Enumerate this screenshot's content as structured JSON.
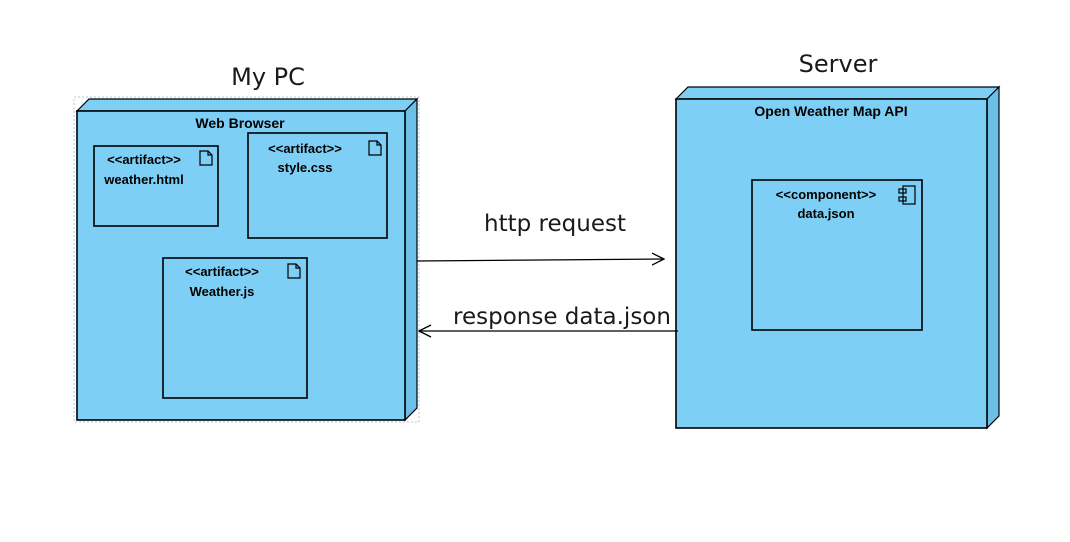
{
  "colors": {
    "node_fill": "#7ecff5",
    "node_dark": "#6cc0e8",
    "stroke": "#000000",
    "selection": "#b8c4d0"
  },
  "nodes": {
    "my_pc": {
      "title": "My PC",
      "container_label": "Web Browser",
      "artifacts": [
        {
          "stereotype": "<<artifact>>",
          "name": "weather.html",
          "icon": "document-icon"
        },
        {
          "stereotype": "<<artifact>>",
          "name": "style.css",
          "icon": "document-icon"
        },
        {
          "stereotype": "<<artifact>>",
          "name": "Weather.js",
          "icon": "document-icon"
        }
      ]
    },
    "server": {
      "title": "Server",
      "container_label": "Open Weather Map API",
      "component": {
        "stereotype": "<<component>>",
        "name": "data.json",
        "icon": "component-icon"
      }
    }
  },
  "messages": {
    "request": "http request",
    "response": "response data.json"
  }
}
